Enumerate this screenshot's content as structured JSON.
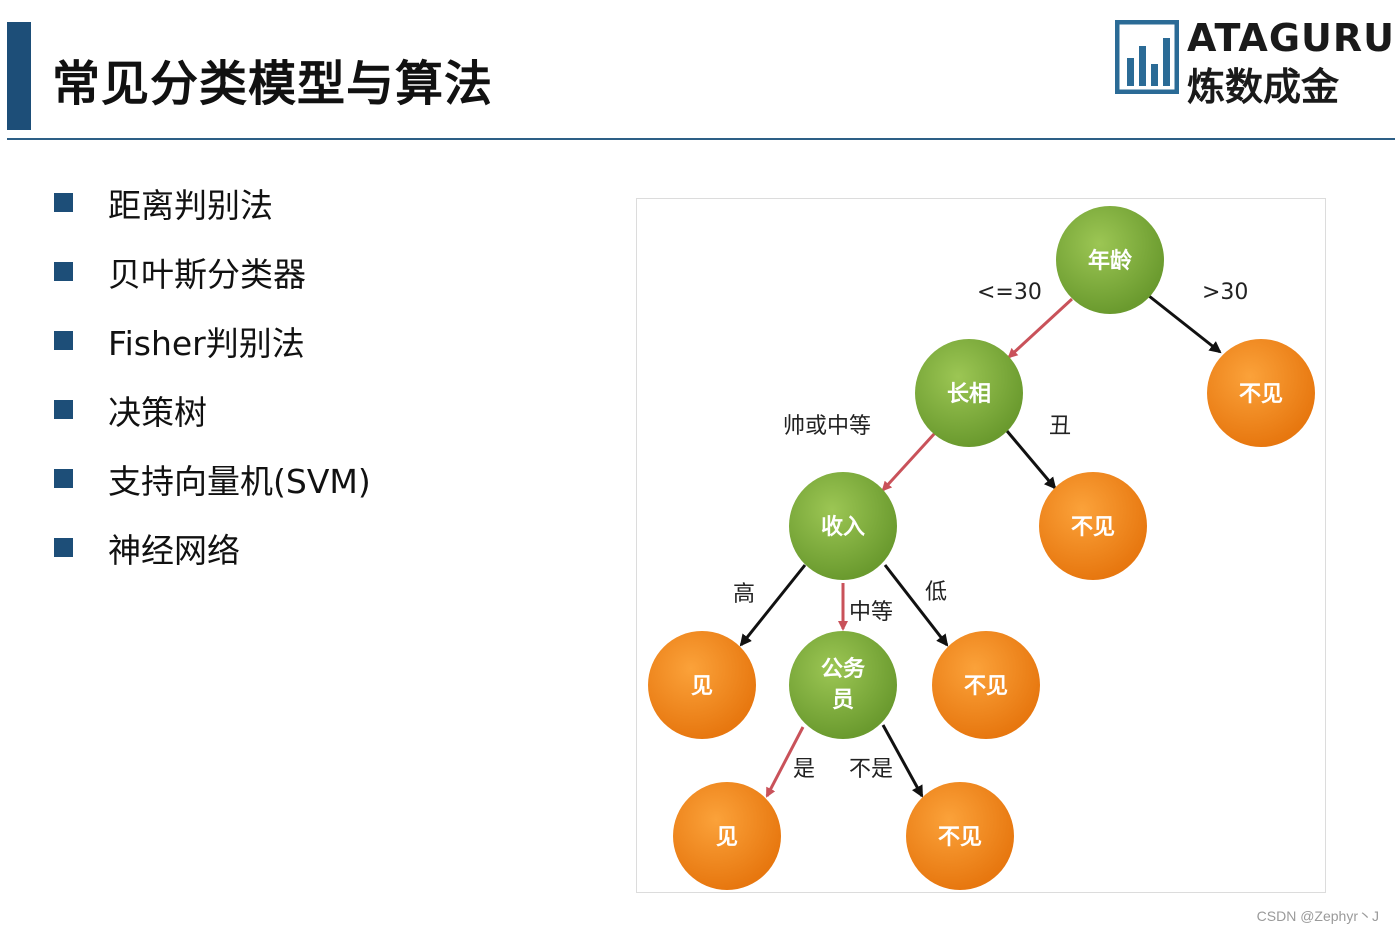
{
  "header": {
    "title": "常见分类模型与算法",
    "logo": {
      "brand": "ATAGURU",
      "subtitle": "炼数成金"
    }
  },
  "bullets": [
    "距离判别法",
    "贝叶斯分类器",
    "Fisher判别法",
    "决策树",
    "支持向量机(SVM)",
    "神经网络"
  ],
  "tree": {
    "nodes": {
      "age": "年龄",
      "looks": "长相",
      "not_meet_1": "不见",
      "income": "收入",
      "not_meet_2": "不见",
      "meet_1": "见",
      "civil_servant_line1": "公务",
      "civil_servant_line2": "员",
      "not_meet_3": "不见",
      "meet_2": "见",
      "not_meet_4": "不见"
    },
    "edges": {
      "age_le30": "<=30",
      "age_gt30": ">30",
      "looks_good": "帅或中等",
      "looks_ugly": "丑",
      "income_high": "高",
      "income_mid": "中等",
      "income_low": "低",
      "cs_yes": "是",
      "cs_no": "不是"
    },
    "colors": {
      "decision_node": "#7aab3a",
      "leaf_node": "#f08a1c",
      "yes_path_arrow": "#c9525a",
      "no_path_arrow": "#111111"
    }
  },
  "watermark": "CSDN @Zephyr丶J"
}
